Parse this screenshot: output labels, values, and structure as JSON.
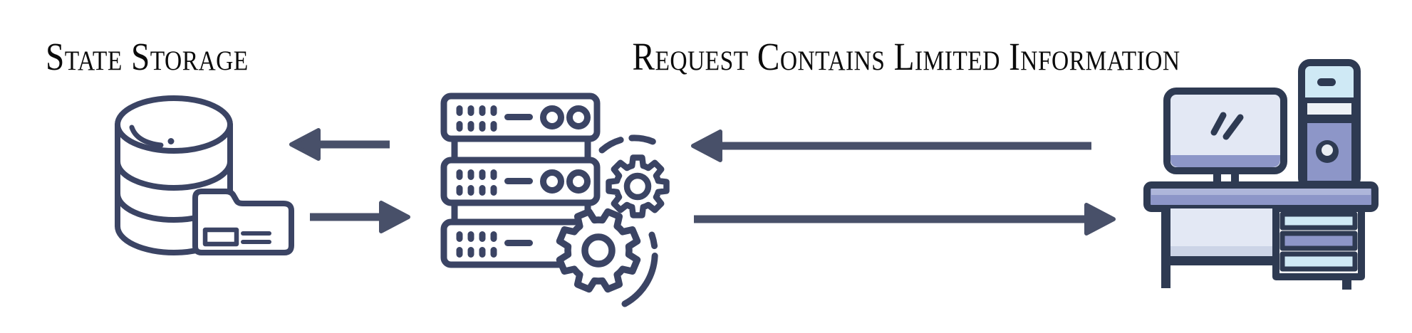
{
  "titles": {
    "left": "State Storage",
    "main": "Request Contains Limited Information"
  },
  "colors": {
    "background": "#ffffff",
    "text": "#0b0b0b",
    "icon_outline": "#3b4464",
    "desk_outline": "#2e3a52",
    "arrow": "#485069",
    "purple": "#8d96c8",
    "purple_light": "#aeb6da",
    "lavender": "#e3e8f4",
    "lavender_shade": "#ccd4e6",
    "light_blue": "#cfe9f5",
    "light_blue_light": "#e0f2f9",
    "stripe_white": "#eef2f6"
  },
  "diagram": {
    "nodes": [
      {
        "id": "state-storage",
        "label": "State Storage",
        "icon": "database-folder-icon"
      },
      {
        "id": "server",
        "label": "",
        "icon": "server-gears-icon"
      },
      {
        "id": "workstation",
        "label": "",
        "icon": "desktop-desk-icon"
      }
    ],
    "arrows": [
      {
        "name": "server-to-storage",
        "direction": "left"
      },
      {
        "name": "storage-to-server",
        "direction": "right"
      },
      {
        "name": "workstation-to-server",
        "direction": "left"
      },
      {
        "name": "server-to-workstation",
        "direction": "right"
      }
    ]
  }
}
